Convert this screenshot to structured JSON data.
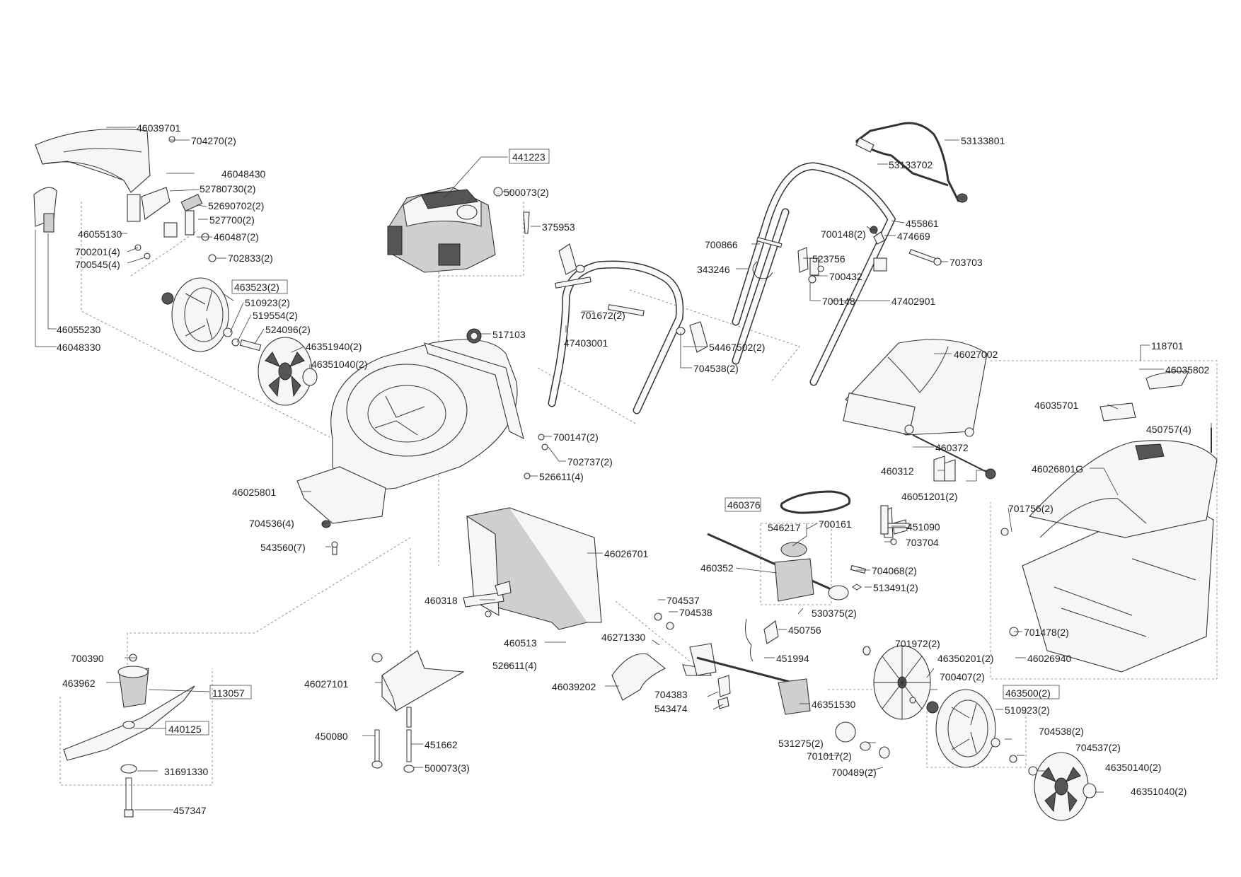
{
  "part_labels": {
    "p46039701": "46039701",
    "p704270": "704270(2)",
    "p46048430": "46048430",
    "p52780730": "52780730(2)",
    "p52690702": "52690702(2)",
    "p527700": "527700(2)",
    "p46055130": "46055130",
    "p460487": "460487(2)",
    "p700201": "700201(4)",
    "p700545": "700545(4)",
    "p702833": "702833(2)",
    "p46055230": "46055230",
    "p46048330": "46048330",
    "p463523": "463523(2)",
    "p510923a": "510923(2)",
    "p519554": "519554(2)",
    "p524096": "524096(2)",
    "p46351940": "46351940(2)",
    "p46351040a": "46351040(2)",
    "p441223": "441223",
    "p500073a": "500073(2)",
    "p375953": "375953",
    "p517103": "517103",
    "p701672": "701672(2)",
    "p47403001": "47403001",
    "p54467502": "54467502(2)",
    "p704538a": "704538(2)",
    "p700147": "700147(2)",
    "p702737": "702737(2)",
    "p526611a": "526611(4)",
    "p46025801": "46025801",
    "p704536": "704536(4)",
    "p543560": "543560(7)",
    "p53133801": "53133801",
    "p53133702": "53133702",
    "p455861": "455861",
    "p700148a": "700148(2)",
    "p474669": "474669",
    "p700866": "700866",
    "p703703": "703703",
    "p523756": "523756",
    "p343246": "343246",
    "p700432": "700432",
    "p700148b": "700148",
    "p47402901": "47402901",
    "p46027002": "46027002",
    "p118701": "118701",
    "p46035802": "46035802",
    "p46035701": "46035701",
    "p450757": "450757(4)",
    "p460372": "460372",
    "p460312": "460312",
    "p46051201": "46051201(2)",
    "p46026801G": "46026801G",
    "p701756": "701756(2)",
    "p460376": "460376",
    "p700161": "700161",
    "p451090": "451090",
    "p546217": "546217",
    "p703704": "703704",
    "p460352": "460352",
    "p704068": "704068(2)",
    "p513491": "513491(2)",
    "p46026701": "46026701",
    "p460318": "460318",
    "p704537a": "704537",
    "p704538b": "704538",
    "p530375": "530375(2)",
    "p450756": "450756",
    "p701478": "701478(2)",
    "p46026940": "46026940",
    "p460513": "460513",
    "p46271330": "46271330",
    "p451994": "451994",
    "p526611b": "526611(4)",
    "p701972": "701972(2)",
    "p46350201": "46350201(2)",
    "p700390": "700390",
    "p46027101": "46027101",
    "p46039202": "46039202",
    "p704383": "704383",
    "p543474": "543474",
    "p46351530": "46351530",
    "p700407": "700407(2)",
    "p463500": "463500(2)",
    "p463962": "463962",
    "p113057": "113057",
    "p440125": "440125",
    "p450080": "450080",
    "p451662": "451662",
    "p500073b": "500073(3)",
    "p531275": "531275(2)",
    "p701017": "701017(2)",
    "p700489": "700489(2)",
    "p510923b": "510923(2)",
    "p704538c": "704538(2)",
    "p704537b": "704537(2)",
    "p46350140": "46350140(2)",
    "p46351040b": "46351040(2)",
    "p31691330": "31691330",
    "p457347": "457347"
  }
}
